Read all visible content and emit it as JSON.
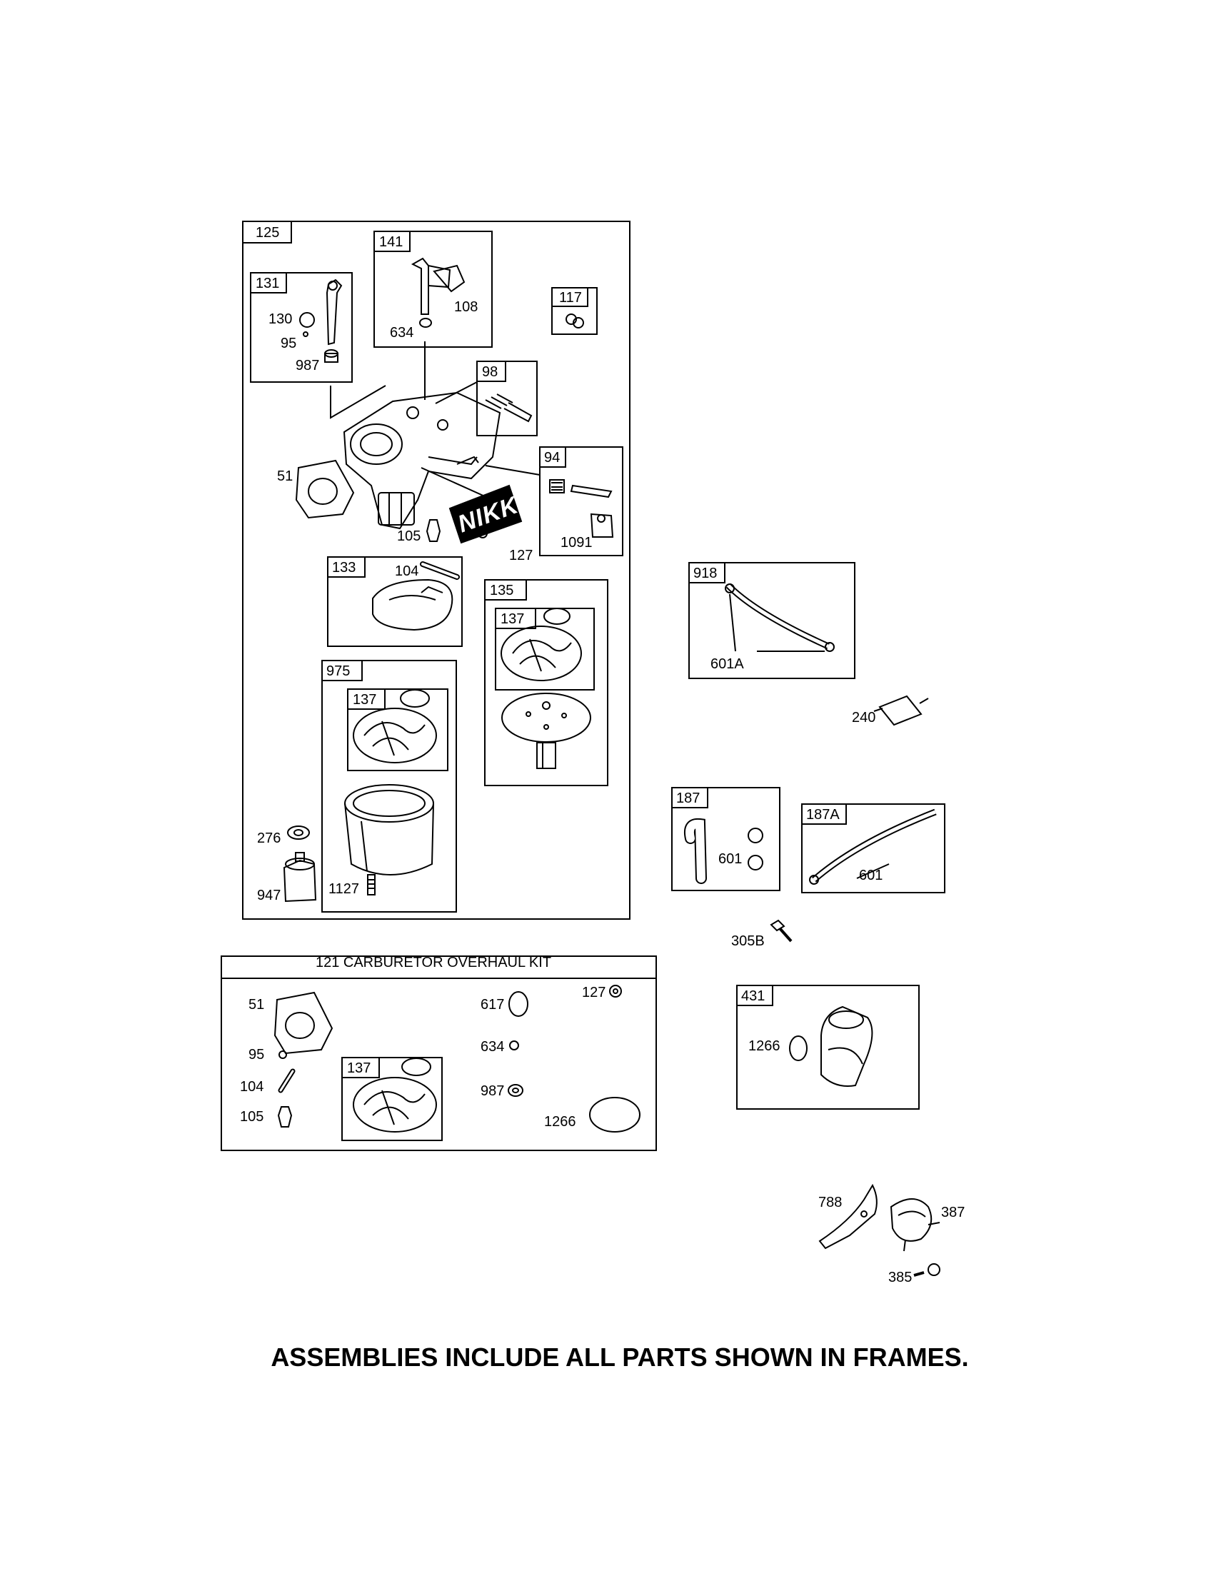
{
  "frame_tags": {
    "f125": "125",
    "f131": "131",
    "f141": "141",
    "f117": "117",
    "f98": "98",
    "f94": "94",
    "f133": "133",
    "f135": "135",
    "f137a": "137",
    "f975": "975",
    "f137b": "137",
    "f918": "918",
    "f187": "187",
    "f187a": "187A",
    "f431": "431",
    "f137c": "137"
  },
  "part_labels": {
    "p130": "130",
    "p95": "95",
    "p987": "987",
    "p634": "634",
    "p108": "108",
    "p51": "51",
    "p105": "105",
    "p127": "127",
    "p1091": "1091",
    "p104": "104",
    "p276": "276",
    "p947": "947",
    "p1127": "1127",
    "p601a": "601A",
    "p240": "240",
    "p601_187": "601",
    "p601_187a": "601",
    "p305b": "305B",
    "p1266": "1266",
    "p788": "788",
    "p387": "387",
    "p385": "385"
  },
  "kit": {
    "title": "121 CARBURETOR OVERHAUL KIT",
    "labels": {
      "k51": "51",
      "k95": "95",
      "k104": "104",
      "k105": "105",
      "k617": "617",
      "k127": "127",
      "k634": "634",
      "k987": "987",
      "k1266": "1266"
    }
  },
  "decal_text": "NIKKI",
  "footer": "ASSEMBLIES INCLUDE ALL PARTS SHOWN IN FRAMES."
}
